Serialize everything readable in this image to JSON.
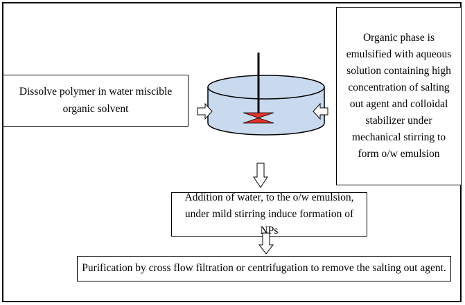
{
  "steps": {
    "dissolve": "Dissolve polymer in water miscible organic solvent",
    "emulsify": "Organic phase is emulsified with aqueous solution containing high concentration of salting out agent and colloidal stabilizer under mechanical stirring to form o/w emulsion",
    "addition": "Addition of water, to the o/w emulsion, under mild stirring induce formation of NPs",
    "purification": "Purification by cross flow filtration or centrifugation to remove the salting out agent."
  },
  "colors": {
    "liquid": "#c9d9ee",
    "impeller": "#e0342e",
    "outline": "#000000"
  }
}
